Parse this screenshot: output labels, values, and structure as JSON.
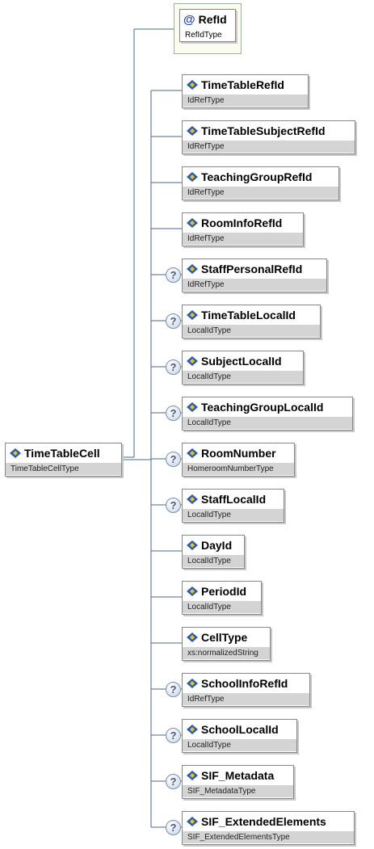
{
  "root": {
    "name": "TimeTableCell",
    "type": "TimeTableCellType"
  },
  "attribute": {
    "symbol": "@",
    "name": "RefId",
    "type": "RefIdType"
  },
  "optional_marker": "?",
  "elements": [
    {
      "name": "TimeTableRefId",
      "type": "IdRefType",
      "optional": false
    },
    {
      "name": "TimeTableSubjectRefId",
      "type": "IdRefType",
      "optional": false
    },
    {
      "name": "TeachingGroupRefId",
      "type": "IdRefType",
      "optional": false
    },
    {
      "name": "RoomInfoRefId",
      "type": "IdRefType",
      "optional": false
    },
    {
      "name": "StaffPersonalRefId",
      "type": "IdRefType",
      "optional": true
    },
    {
      "name": "TimeTableLocalId",
      "type": "LocalIdType",
      "optional": true
    },
    {
      "name": "SubjectLocalId",
      "type": "LocalIdType",
      "optional": true
    },
    {
      "name": "TeachingGroupLocalId",
      "type": "LocalIdType",
      "optional": true
    },
    {
      "name": "RoomNumber",
      "type": "HomeroomNumberType",
      "optional": true
    },
    {
      "name": "StaffLocalId",
      "type": "LocalIdType",
      "optional": true
    },
    {
      "name": "DayId",
      "type": "LocalIdType",
      "optional": false
    },
    {
      "name": "PeriodId",
      "type": "LocalIdType",
      "optional": false
    },
    {
      "name": "CellType",
      "type": "xs:normalizedString",
      "optional": false
    },
    {
      "name": "SchoolInfoRefId",
      "type": "IdRefType",
      "optional": true
    },
    {
      "name": "SchoolLocalId",
      "type": "LocalIdType",
      "optional": true
    },
    {
      "name": "SIF_Metadata",
      "type": "SIF_MetadataType",
      "optional": true
    },
    {
      "name": "SIF_ExtendedElements",
      "type": "SIF_ExtendedElementsType",
      "optional": true
    }
  ],
  "colors": {
    "connector": "#4a6a8a",
    "icon_blue": "#2a5caa",
    "icon_yellow": "#f0c020",
    "type_bar": "#d4d4d4"
  }
}
